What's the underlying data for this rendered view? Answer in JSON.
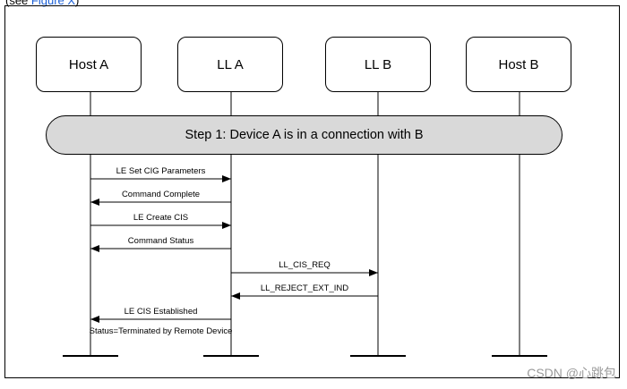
{
  "caption": {
    "prefix": "(see ",
    "link": "Figure X",
    "suffix": ")"
  },
  "entities": [
    "Host A",
    "LL A",
    "LL B",
    "Host B"
  ],
  "step": "Step 1: Device A is in a connection with B",
  "messages": [
    {
      "label": "LE Set CIG Parameters",
      "from": 0,
      "to": 1
    },
    {
      "label": "Command Complete",
      "from": 1,
      "to": 0
    },
    {
      "label": "LE Create CIS",
      "from": 0,
      "to": 1
    },
    {
      "label": "Command Status",
      "from": 1,
      "to": 0
    },
    {
      "label": "LL_CIS_REQ",
      "from": 1,
      "to": 2
    },
    {
      "label": "LL_REJECT_EXT_IND",
      "from": 2,
      "to": 1
    },
    {
      "label": "LE CIS Established",
      "from": 1,
      "to": 0
    }
  ],
  "status_note": "Status=Terminated by Remote Device",
  "watermark": "CSDN @心跳包"
}
